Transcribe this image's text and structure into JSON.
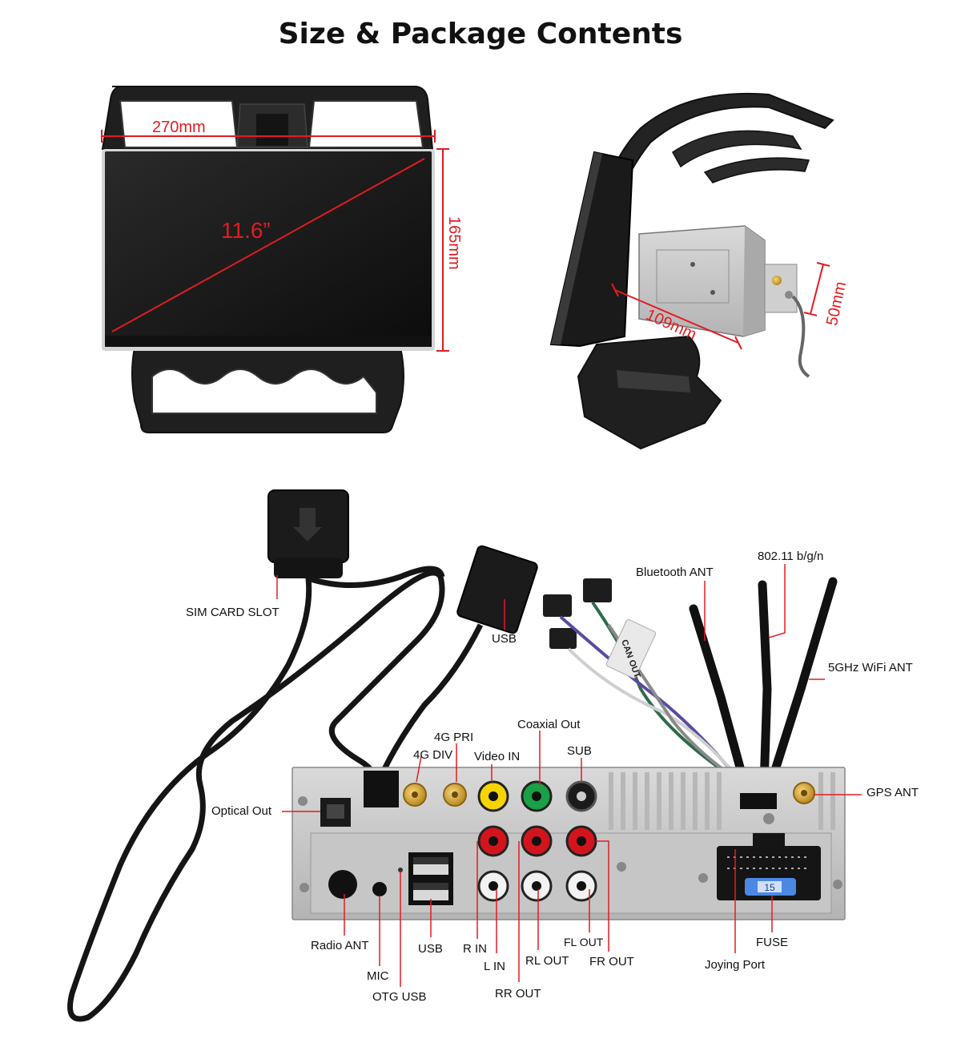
{
  "title": "Size & Package Contents",
  "colors": {
    "accent": "#e31b23",
    "text": "#111111"
  },
  "front_view": {
    "width_label": "270mm",
    "height_label": "165mm",
    "diagonal_label": "11.6”"
  },
  "side_view": {
    "depth_label": "109mm",
    "height_label": "50mm"
  },
  "harness": {
    "labels": {
      "sim_card_slot": "SIM CARD SLOT",
      "usb": "USB",
      "bluetooth_ant": "Bluetooth ANT",
      "wifi_24": "802.11 b/g/n",
      "wifi_5": "5GHz WiFi ANT",
      "gps_ant": "GPS ANT",
      "coaxial_out": "Coaxial Out",
      "pri_4g": "4G PRI",
      "div_4g": "4G DIV",
      "video_in": "Video IN",
      "sub": "SUB",
      "optical_out": "Optical Out",
      "radio_ant": "Radio ANT",
      "mic": "MIC",
      "otg_usb": "OTG USB",
      "usb_bottom": "USB",
      "r_in": "R IN",
      "l_in": "L IN",
      "rl_out": "RL OUT",
      "rr_out": "RR OUT",
      "fl_out": "FL OUT",
      "fr_out": "FR OUT",
      "fuse": "FUSE",
      "joying_port": "Joying Port"
    },
    "cable_tag": "CAN OUT",
    "fuse_value": "15"
  }
}
